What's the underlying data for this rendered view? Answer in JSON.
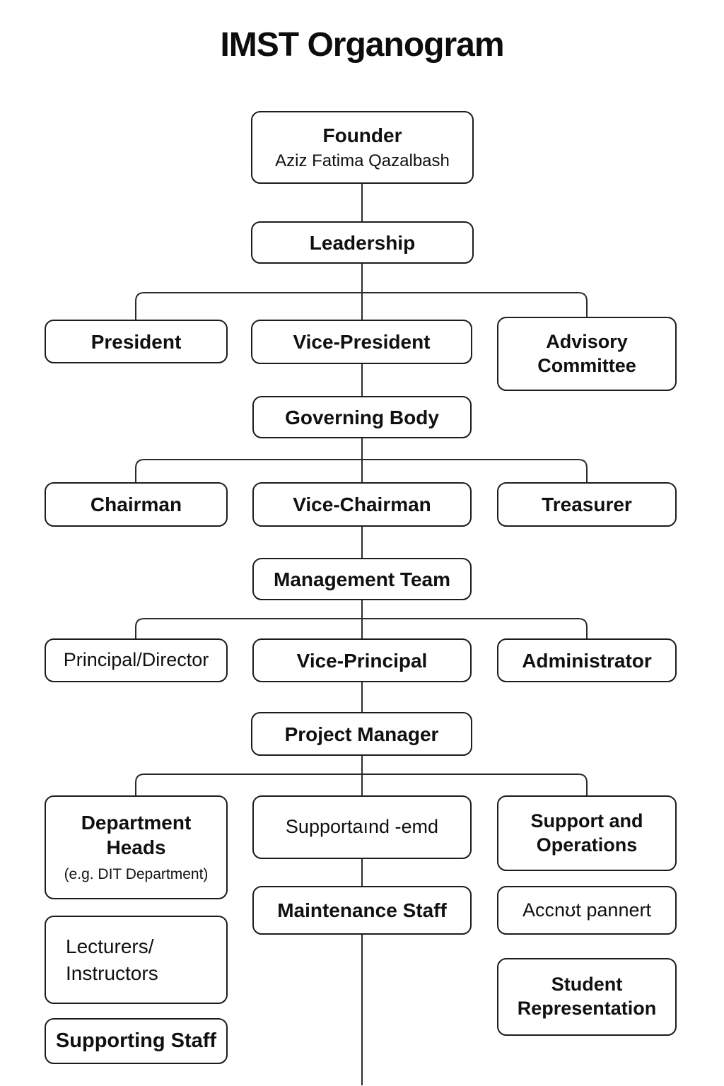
{
  "title": "IMST Organogram",
  "nodes": {
    "founder": {
      "label": "Founder",
      "sublabel": "Aziz Fatima Qazalbash"
    },
    "leadership": {
      "label": "Leadership"
    },
    "president": {
      "label": "President"
    },
    "vice_president": {
      "label": "Vice-President"
    },
    "advisory_committee": {
      "label": "Advisory Committee"
    },
    "governing_body": {
      "label": "Governing Body"
    },
    "chairman": {
      "label": "Chairman"
    },
    "vice_chairman": {
      "label": "Vice-Chairman"
    },
    "treasurer": {
      "label": "Treasurer"
    },
    "management_team": {
      "label": "Management Team"
    },
    "principal_director": {
      "label": "Principal/Director"
    },
    "vice_principal": {
      "label": "Vice-Principal"
    },
    "administrator": {
      "label": "Administrator"
    },
    "project_manager": {
      "label": "Project Manager"
    },
    "department_heads": {
      "label": "Department Heads",
      "sublabel": "(e.g. DIT Department)"
    },
    "support_and_end": {
      "label": "Supportaınd -emd"
    },
    "support_and_operations": {
      "label": "Support and Operations"
    },
    "maintenance_staff": {
      "label": "Maintenance Staff"
    },
    "account_pannert": {
      "label": "Accnʊt pannert"
    },
    "lecturers_instructors": {
      "label": "Lecturers/ Instructors"
    },
    "student_representation": {
      "label": "Student Representation"
    },
    "supporting_staff": {
      "label": "Supporting Staff"
    }
  },
  "colors": {
    "background": "#ffffff",
    "box_border": "#1c1c1c",
    "text": "#101010",
    "connector_line": "#2b2b2b"
  }
}
